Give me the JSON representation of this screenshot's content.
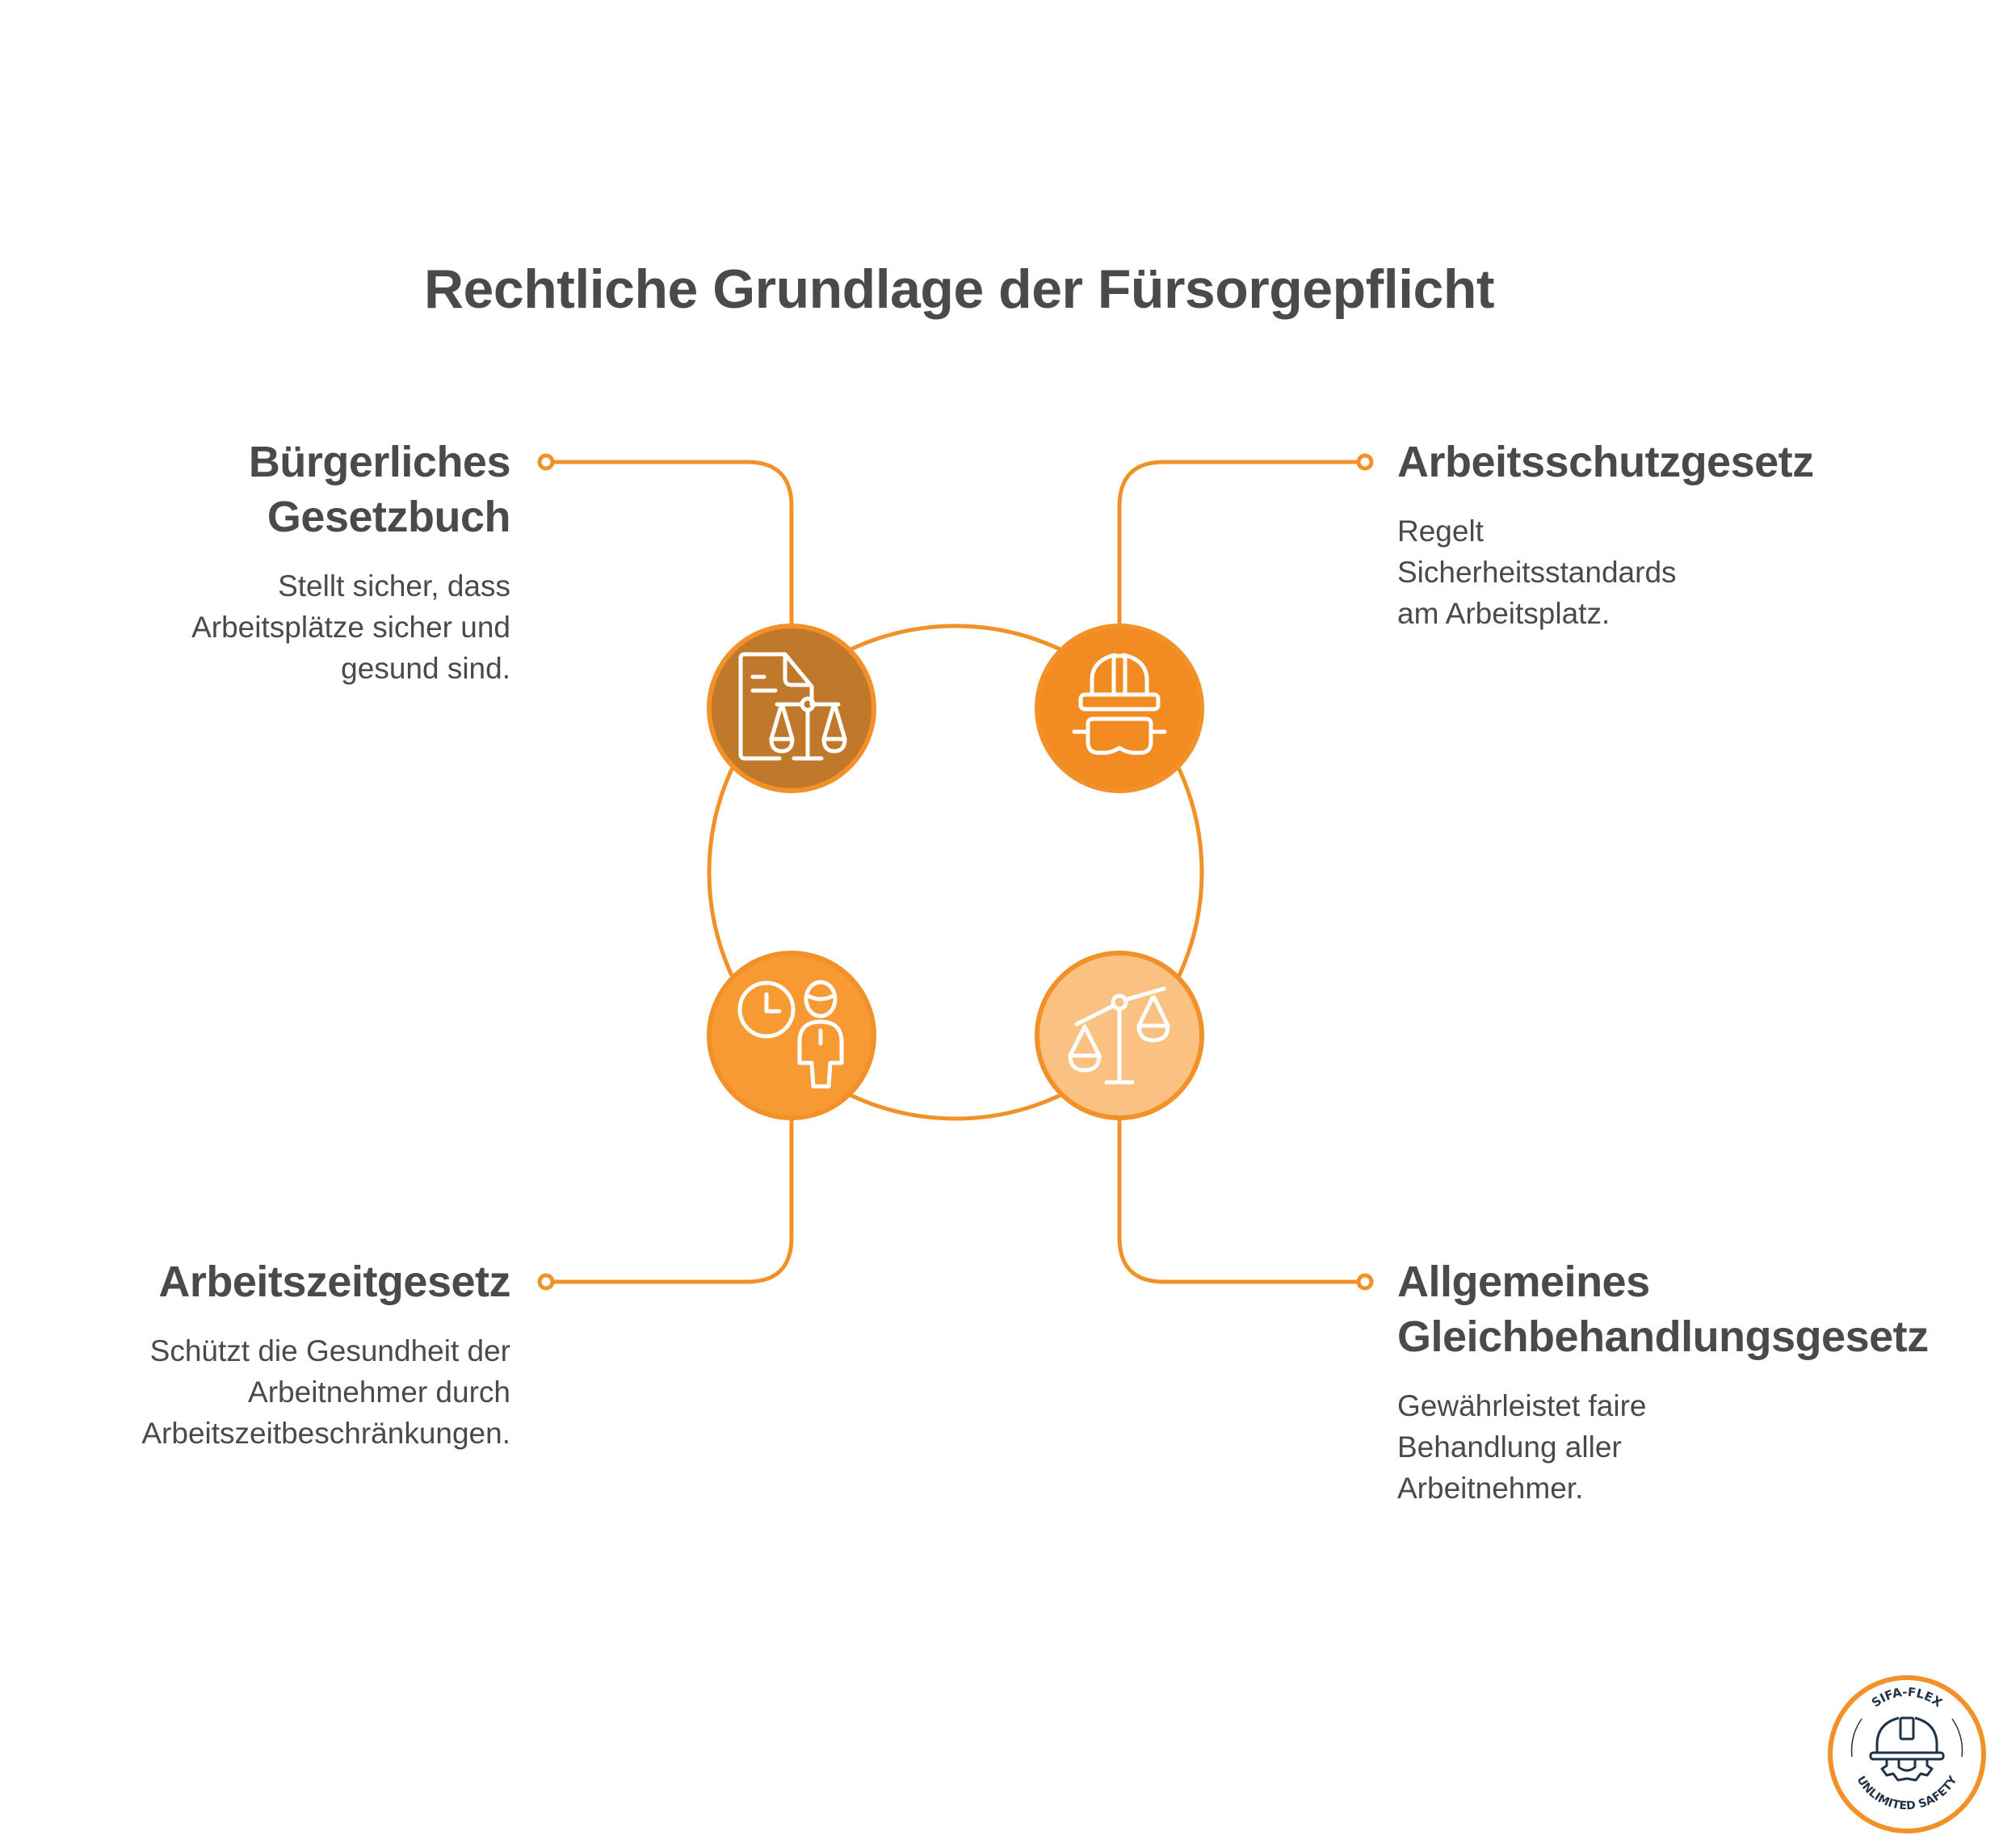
{
  "title": "Rechtliche Grundlage der Fürsorgepflicht",
  "colors": {
    "accent": "#F39129",
    "text": "#4A4A4A",
    "node_1": "#C0782A",
    "node_2": "#F18B22",
    "node_3": "#F79A34",
    "node_4": "#FBC183",
    "icon_stroke": "#FFFFFF",
    "logo_ring": "#F39129",
    "logo_ink": "#1F3347"
  },
  "items": [
    {
      "position": "top-left",
      "heading_lines": [
        "Bürgerliches",
        "Gesetzbuch"
      ],
      "description_lines": [
        "Stellt sicher, dass",
        "Arbeitsplätze sicher und",
        "gesund sind."
      ],
      "icon": "document-scales-icon"
    },
    {
      "position": "top-right",
      "heading_lines": [
        "Arbeitsschutzgesetz"
      ],
      "description_lines": [
        "Regelt",
        "Sicherheitsstandards",
        "am Arbeitsplatz."
      ],
      "icon": "hardhat-goggles-icon"
    },
    {
      "position": "bottom-left",
      "heading_lines": [
        "Arbeitszeitgesetz"
      ],
      "description_lines": [
        "Schützt die Gesundheit der",
        "Arbeitnehmer durch",
        "Arbeitszeitbeschränkungen."
      ],
      "icon": "clock-person-icon"
    },
    {
      "position": "bottom-right",
      "heading_lines": [
        "Allgemeines",
        "Gleichbehandlungsgesetz"
      ],
      "description_lines": [
        "Gewährleistet faire",
        "Behandlung aller",
        "Arbeitnehmer."
      ],
      "icon": "balance-scale-icon"
    }
  ],
  "logo": {
    "top_text": "SIFA-FLEX",
    "bottom_text": "UNLIMITED SAFETY",
    "icon": "hardhat-gear-icon"
  }
}
